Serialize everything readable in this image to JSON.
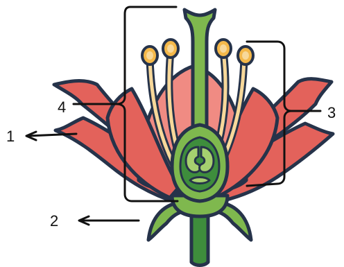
{
  "labels": {
    "one": "1",
    "two": "2",
    "three": "3",
    "four": "4"
  },
  "colors": {
    "outline": "#26334a",
    "petal": "#e3625b",
    "petal_light": "#f08b83",
    "petal_inner": "#f7a59e",
    "green": "#7fb84e",
    "green_dark": "#3e8d3c",
    "green_light": "#a6d06f",
    "filament": "#f7d89a",
    "anther": "#f4b84a",
    "bracket": "#111111"
  }
}
